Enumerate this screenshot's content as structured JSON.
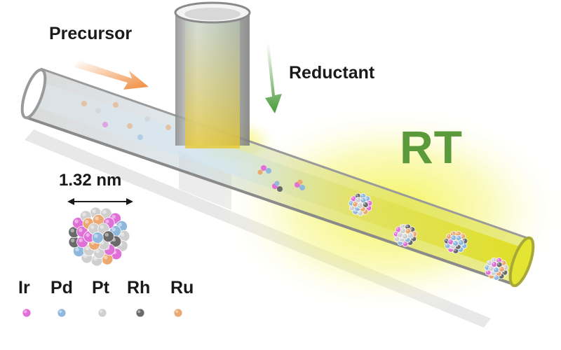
{
  "labels": {
    "precursor": "Precursor",
    "reductant": "Reductant",
    "temperature": "RT",
    "cluster_size": "1.32 nm"
  },
  "elements": [
    {
      "symbol": "Ir",
      "color": "#e070d8"
    },
    {
      "symbol": "Pd",
      "color": "#8fb8de"
    },
    {
      "symbol": "Pt",
      "color": "#cfcfcf"
    },
    {
      "symbol": "Rh",
      "color": "#6a6a6a"
    },
    {
      "symbol": "Ru",
      "color": "#eba870"
    }
  ],
  "colors": {
    "precursor_arrow": "#f08a3a",
    "reductant_arrow": "#4a9a3a",
    "temperature_text": "#5a9a3a",
    "glow": "#e6e62a",
    "tube": "#9a9a9a"
  }
}
